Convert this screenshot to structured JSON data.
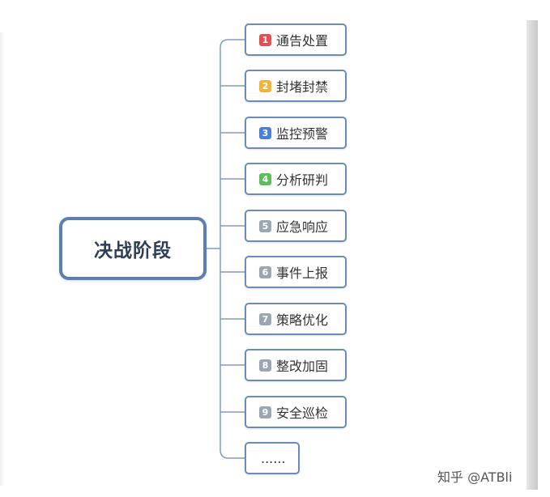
{
  "root": {
    "label": "决战阶段"
  },
  "items": [
    {
      "num": "1",
      "label": "通告处置",
      "badge_color": "#e05252"
    },
    {
      "num": "2",
      "label": "封堵封禁",
      "badge_color": "#f0b43c"
    },
    {
      "num": "3",
      "label": "监控预警",
      "badge_color": "#4a7fd6"
    },
    {
      "num": "4",
      "label": "分析研判",
      "badge_color": "#5cbf5c"
    },
    {
      "num": "5",
      "label": "应急响应",
      "badge_color": "#9aa6b2"
    },
    {
      "num": "6",
      "label": "事件上报",
      "badge_color": "#9aa6b2"
    },
    {
      "num": "7",
      "label": "策略优化",
      "badge_color": "#9aa6b2"
    },
    {
      "num": "8",
      "label": "整改加固",
      "badge_color": "#9aa6b2"
    },
    {
      "num": "9",
      "label": "安全巡检",
      "badge_color": "#9aa6b2"
    }
  ],
  "more": {
    "label": "......"
  },
  "watermark": {
    "text": "知乎 @ATBli"
  },
  "colors": {
    "line": "#7f9cc4",
    "root_border": "#5a7fb0",
    "node_border": "#6a8cb8"
  }
}
